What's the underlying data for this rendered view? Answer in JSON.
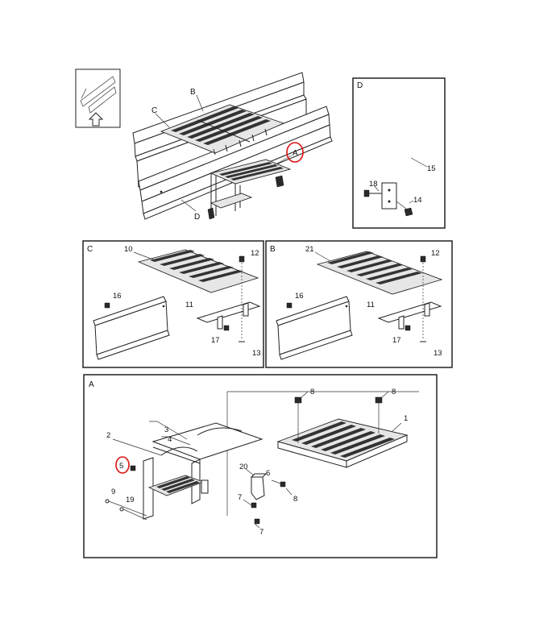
{
  "overview": {
    "callouts": {
      "a": "A",
      "b": "B",
      "c": "C",
      "d": "D"
    }
  },
  "panel_d": {
    "title": "D",
    "labels": {
      "p15": "15",
      "p18": "18",
      "p14": "14"
    }
  },
  "panel_c": {
    "title": "C",
    "labels": {
      "p10": "10",
      "p12": "12",
      "p16": "16",
      "p11": "11",
      "p17": "17",
      "p13": "13"
    }
  },
  "panel_b": {
    "title": "B",
    "labels": {
      "p21": "21",
      "p12": "12",
      "p16": "16",
      "p11": "11",
      "p17": "17",
      "p13": "13"
    }
  },
  "panel_a": {
    "title": "A",
    "labels": {
      "p8a": "8",
      "p8b": "8",
      "p1": "1",
      "p2": "2",
      "p3": "3",
      "p4": "4",
      "p5": "5",
      "p9": "9",
      "p19": "19",
      "p20": "20",
      "p6": "6",
      "p8c": "8",
      "p7a": "7",
      "p7b": "7"
    }
  },
  "colors": {
    "line": "#222222",
    "highlight": "#dd1111",
    "background": "#ffffff"
  }
}
